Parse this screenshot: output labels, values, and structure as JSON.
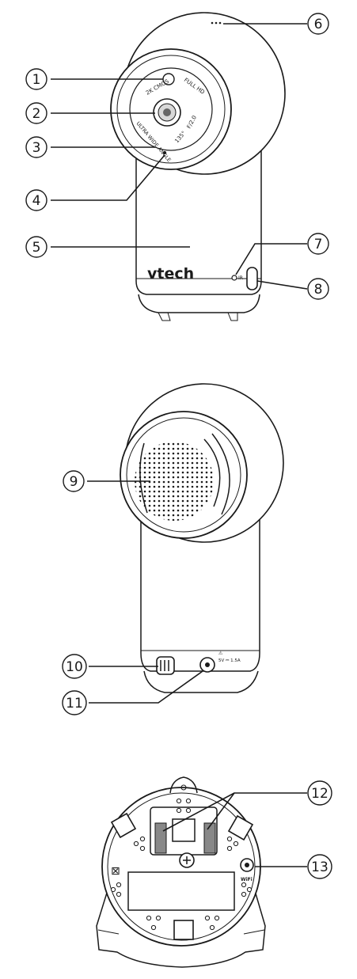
{
  "callouts": [
    {
      "num": "1"
    },
    {
      "num": "2"
    },
    {
      "num": "3"
    },
    {
      "num": "4"
    },
    {
      "num": "5"
    },
    {
      "num": "6"
    },
    {
      "num": "7"
    },
    {
      "num": "8"
    },
    {
      "num": "9"
    },
    {
      "num": "10"
    },
    {
      "num": "11"
    },
    {
      "num": "12"
    },
    {
      "num": "13"
    }
  ],
  "lens_text": {
    "sensor": "2K CMOS",
    "resolution": "FULL HD",
    "angle": "ULTRA WIDE ANGLE",
    "fov": "135°",
    "aperture": "F/2.0"
  },
  "brand": "vtech",
  "ir_mark": "IR",
  "power_rating": "5V ⎓ 1.5A",
  "bottom_mark": "WiFi"
}
